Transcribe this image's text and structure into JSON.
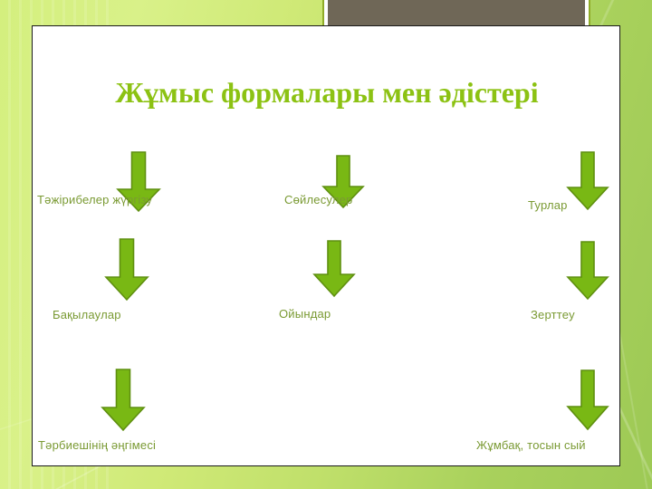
{
  "slide": {
    "title": "Жұмыс формалары мен әдістері",
    "title_color": "#8cc213",
    "label_color": "#7a9a33",
    "arrow_fill": "#79b814",
    "arrow_stroke": "#5f8f10",
    "panel_background": "#ffffff",
    "background_colors": [
      "#d9f189",
      "#bfdf6a",
      "#9dc955"
    ],
    "picture_placeholder_color": "#6f6757"
  },
  "columns": [
    {
      "id": "column-left",
      "items": [
        {
          "label": "Тәжірибелер жүргізу"
        },
        {
          "label": "Бақылаулар"
        },
        {
          "label": "Тәрбиешінің әңгімесі"
        }
      ]
    },
    {
      "id": "column-center",
      "items": [
        {
          "label": "Сөйлесулер"
        },
        {
          "label": "Ойындар"
        }
      ]
    },
    {
      "id": "column-right",
      "items": [
        {
          "label": "Турлар"
        },
        {
          "label": "Зерттеу"
        },
        {
          "label": "Жұмбақ, тосын сый"
        }
      ]
    }
  ]
}
